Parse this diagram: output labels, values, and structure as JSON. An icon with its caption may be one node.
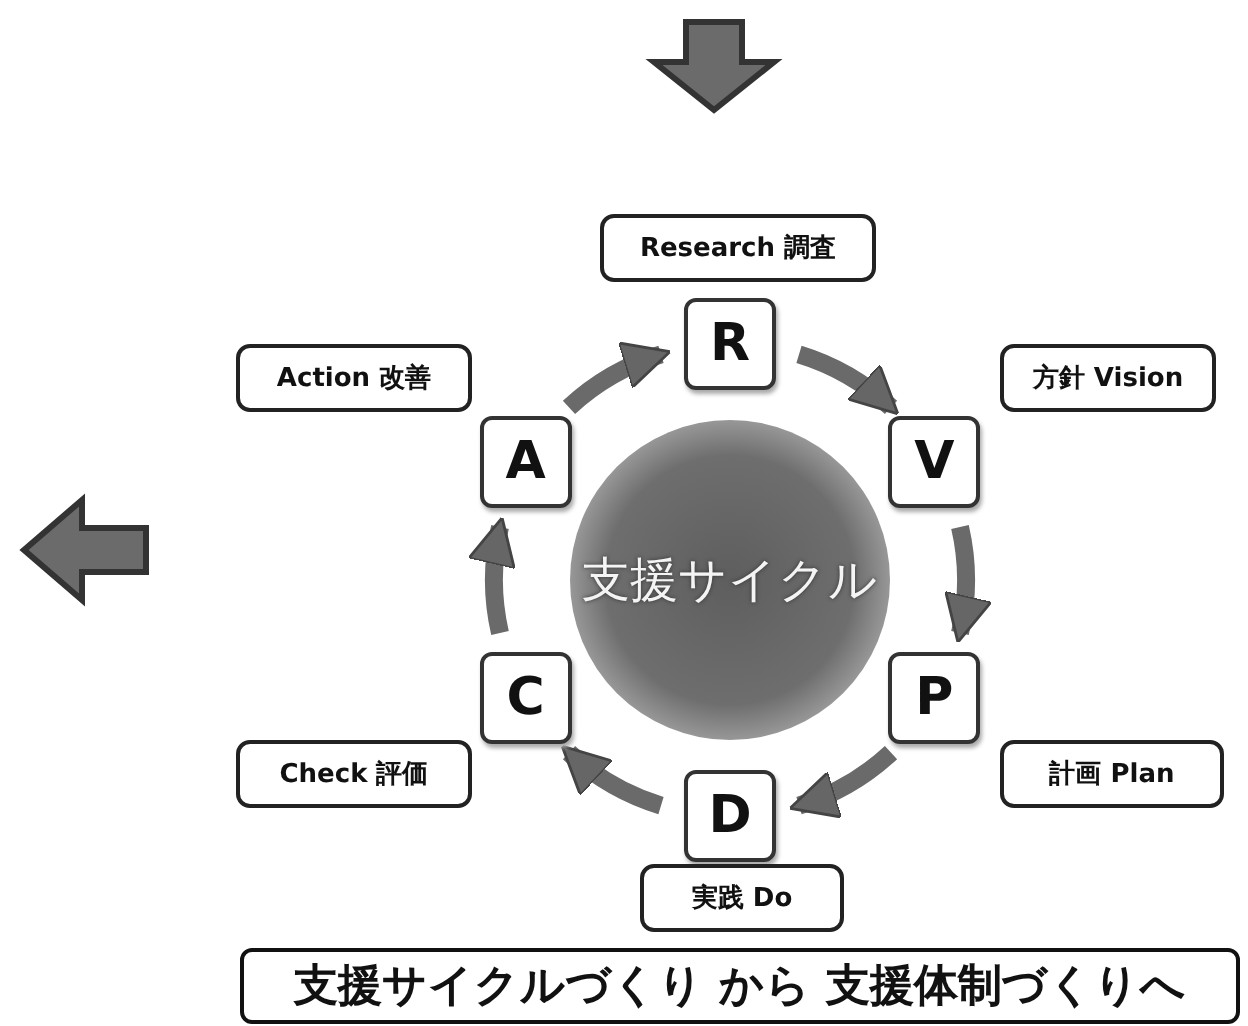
{
  "diagram": {
    "nodes": [
      {
        "text": [
          "支援サイクル"
        ]
      },
      {
        "text": [
          "R"
        ]
      },
      {
        "text": [
          "V"
        ]
      },
      {
        "text": [
          "P"
        ]
      },
      {
        "text": [
          "D"
        ]
      },
      {
        "text": [
          "C"
        ]
      },
      {
        "text": [
          "A"
        ]
      },
      {
        "text": [
          "Research 調査"
        ]
      },
      {
        "text": [
          "方針 Vision"
        ]
      },
      {
        "text": [
          "計画 Plan"
        ]
      },
      {
        "text": [
          "実践 Do"
        ]
      },
      {
        "text": [
          "Check 評価"
        ]
      },
      {
        "text": [
          "Action 改善"
        ]
      },
      {
        "text": [
          "支援サイクルづくり から 支援体制づくりへ"
        ]
      }
    ],
    "edges": [
      {
        "from": 1,
        "to": 2,
        "arrow": "to"
      },
      {
        "from": 2,
        "to": 3,
        "arrow": "to"
      },
      {
        "from": 3,
        "to": 4,
        "arrow": "to"
      },
      {
        "from": 4,
        "to": 5,
        "arrow": "to"
      },
      {
        "from": 5,
        "to": 6,
        "arrow": "to"
      },
      {
        "from": 6,
        "to": 1,
        "arrow": "to"
      }
    ]
  }
}
